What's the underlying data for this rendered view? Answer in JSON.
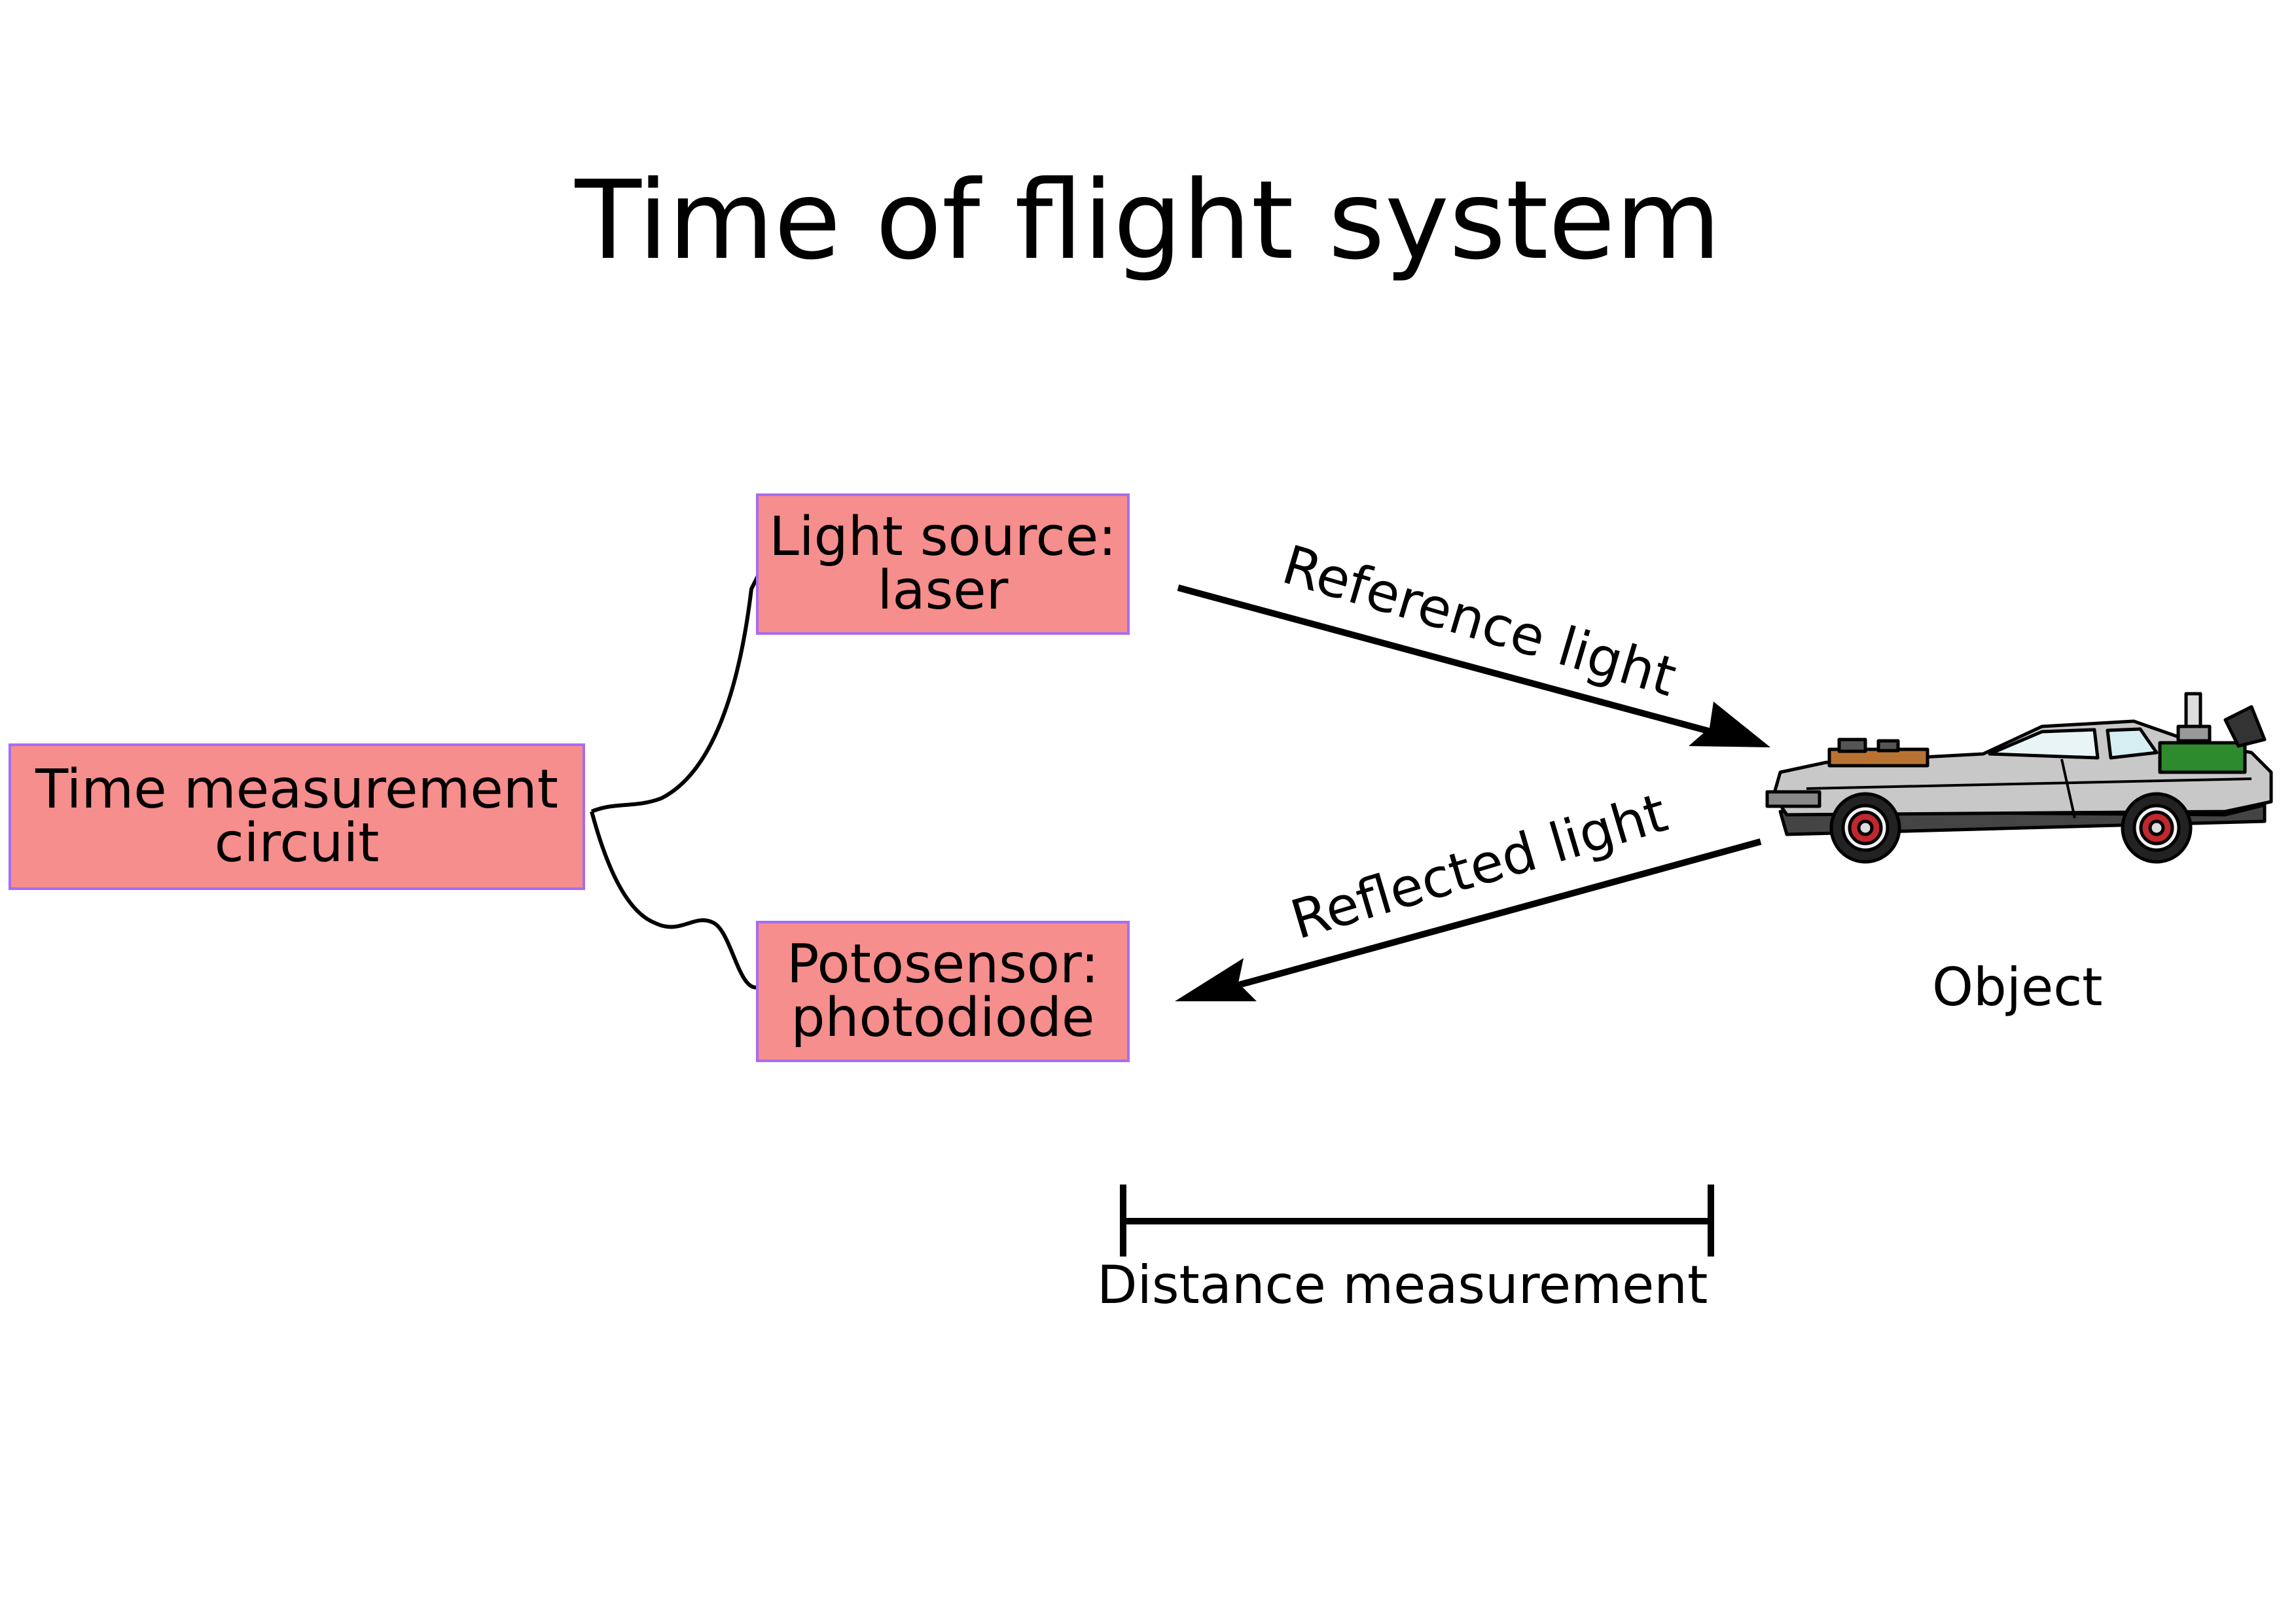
{
  "title": "Time of flight system",
  "colors": {
    "box_fill": "#f58e8c",
    "box_border": "#a66df0",
    "line": "#000000",
    "car_body": "#c8c8c8",
    "wheel_rim": "#c0282e"
  },
  "nodes": {
    "time_circuit": {
      "line1": "Time measurement",
      "line2": "circuit"
    },
    "light_source": {
      "line1": "Light source:",
      "line2": "laser"
    },
    "photosensor": {
      "line1": "Potosensor:",
      "line2": "photodiode"
    },
    "object": {
      "label": "Object",
      "icon": "delorean-car-icon"
    }
  },
  "edges": {
    "reference_light": "Reference light",
    "reflected_light": "Reflected light"
  },
  "distance": {
    "label": "Distance measurement"
  }
}
